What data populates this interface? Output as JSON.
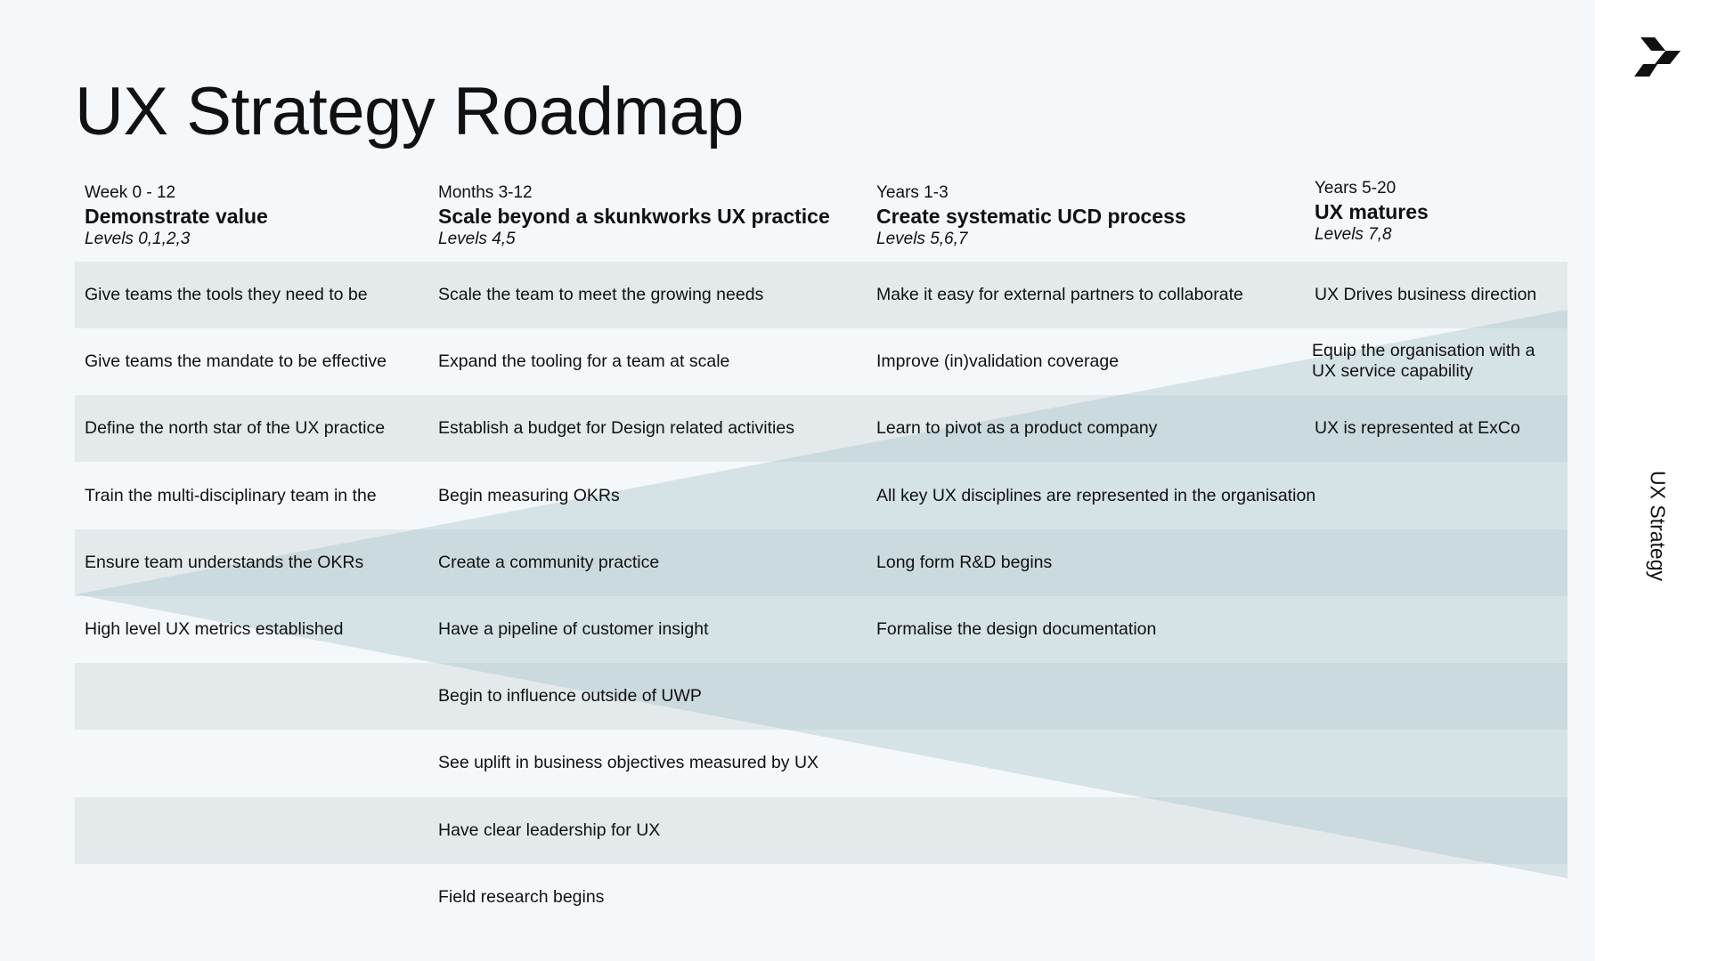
{
  "title": "UX Strategy Roadmap",
  "side_label": "UX Strategy",
  "colors": {
    "background": "#f4f8fb",
    "row_shade": "#e4e9ec",
    "triangle": "#a9c6cb"
  },
  "columns": [
    {
      "when": "Week 0 - 12",
      "name": "Demonstrate value",
      "levels": "Levels 0,1,2,3"
    },
    {
      "when": "Months 3-12",
      "name": "Scale beyond a skunkworks UX practice",
      "levels": "Levels 4,5"
    },
    {
      "when": "Years 1-3",
      "name": "Create systematic UCD process",
      "levels": "Levels 5,6,7"
    },
    {
      "when": "Years 5-20",
      "name": "UX matures",
      "levels": "Levels 7,8"
    }
  ],
  "rows": [
    [
      "Give teams the tools they need to be",
      "Scale the team to meet the growing needs",
      "Make it easy for external partners to collaborate",
      "UX Drives business direction"
    ],
    [
      "Give teams the mandate to be effective",
      "Expand the tooling for a team at scale",
      "Improve (in)validation coverage",
      "Equip the organisation with a UX service capability"
    ],
    [
      "Define the north star of the UX practice",
      "Establish a budget for Design related activities",
      "Learn to pivot as a product company",
      "UX is represented at ExCo"
    ],
    [
      "Train the multi-disciplinary team in the",
      "Begin measuring OKRs",
      "All key UX disciplines are represented in the organisation",
      ""
    ],
    [
      "Ensure team understands the OKRs",
      "Create a community practice",
      "Long form R&D begins",
      ""
    ],
    [
      "High level UX metrics established",
      "Have a pipeline of customer insight",
      "Formalise the design documentation",
      ""
    ],
    [
      "",
      "Begin to influence outside of UWP",
      "",
      ""
    ],
    [
      "",
      "See uplift in business objectives measured by UX",
      "",
      ""
    ],
    [
      "",
      "Have clear leadership for UX",
      "",
      ""
    ],
    [
      "",
      "Field research begins",
      "",
      ""
    ]
  ]
}
